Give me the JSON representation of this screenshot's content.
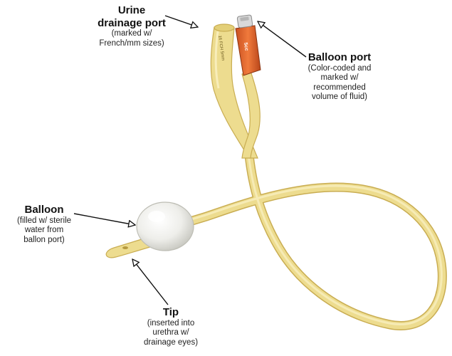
{
  "labels": {
    "urine_port": {
      "title_line1": "Urine",
      "title_line2": "drainage port",
      "desc_line1": "(marked w/",
      "desc_line2": "French/mm sizes)"
    },
    "balloon_port": {
      "title": "Balloon port",
      "desc_line1": "(Color-coded and",
      "desc_line2": "marked w/",
      "desc_line3": "recommended",
      "desc_line4": "volume of fluid)"
    },
    "balloon": {
      "title": "Balloon",
      "desc_line1": "(filled w/ sterile",
      "desc_line2": "water from",
      "desc_line3": "ballon port)"
    },
    "tip": {
      "title": "Tip",
      "desc_line1": "(inserted into",
      "desc_line2": "urethra w/",
      "desc_line3": "drainage eyes)"
    }
  },
  "markings": {
    "drainage_port_text": "16 FCH 5mm",
    "balloon_port_text": "5cc"
  },
  "colors": {
    "tube": "#eddc8f",
    "tube_shadow": "#c9ad52",
    "tube_highlight": "#faf1c4",
    "balloon_port": "#e8642a",
    "balloon_port_dark": "#b9461a",
    "balloon": "#eeeeea",
    "arrow": "#111111"
  }
}
